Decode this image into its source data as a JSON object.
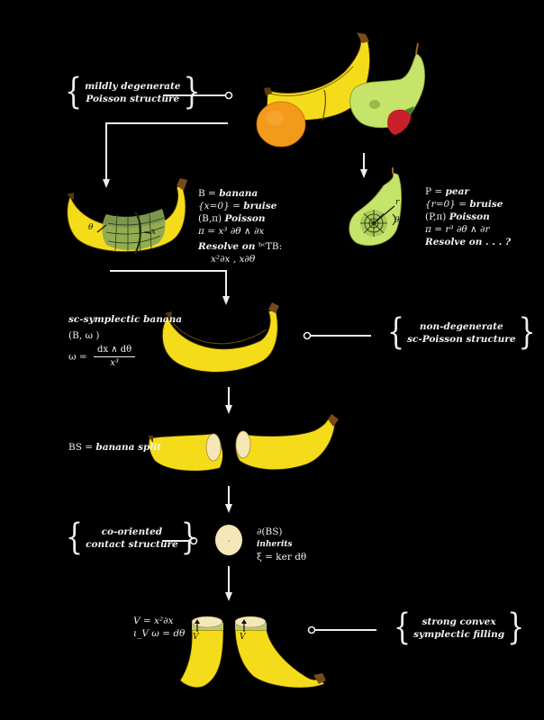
{
  "colors": {
    "background": "#000000",
    "line": "#eeeeee",
    "banana": "#f5dc1a",
    "banana_light": "#fbeb4a",
    "banana_stem": "#7a4a1a",
    "pear": "#c6e36a",
    "pear_inner": "#a9c85a",
    "orange": "#f39a1a",
    "strawberry": "#c8202a",
    "grid_green": "#8aa656",
    "flesh": "#f6e7b8"
  },
  "labels": {
    "mildly_degenerate": {
      "line1": "mildly degenerate",
      "line2": "Poisson structure"
    },
    "non_degenerate": {
      "line1": "non-degenerate",
      "line2": "sc-Poisson structure"
    },
    "co_oriented": {
      "line1": "co-oriented",
      "line2": "contact structure"
    },
    "strong_convex": {
      "line1": "strong convex",
      "line2": "symplectic filling"
    }
  },
  "banana_note": {
    "l1_a": "B = ",
    "l1_b": "banana",
    "l2_a": "{x=0} = ",
    "l2_b": "bruise",
    "l3_a": "(B,π) ",
    "l3_b": "Poisson",
    "l4": "π = x³ ∂θ ∧ ∂x",
    "l5_a": "Resolve on ",
    "l5_b": "ᵇᶜTB:",
    "l6": "x²∂x , x∂θ"
  },
  "pear_note": {
    "l1_a": "P = ",
    "l1_b": "pear",
    "l2_a": "{r=0} = ",
    "l2_b": "bruise",
    "l3_a": "(P,π) ",
    "l3_b": "Poisson",
    "l4": "π = r³ ∂θ ∧ ∂r",
    "l5": "Resolve on . . . ?"
  },
  "sc_note": {
    "title": "sc-symplectic banana",
    "pair": "(B, ω )",
    "omega_lhs": "ω =",
    "omega_num": "dx ∧ dθ",
    "omega_den": "x³"
  },
  "split_note": {
    "a": "BS = ",
    "b": "banana split"
  },
  "boundary_note": {
    "l1": "∂(BS)",
    "l2": "inherits",
    "l3": "ξ = ker dθ"
  },
  "filling_note": {
    "l1": "V = x²∂x",
    "l2": "ι_V ω = dθ"
  },
  "diagram_marks": {
    "theta": "θ",
    "x": "x",
    "r": "r",
    "V": "V"
  }
}
